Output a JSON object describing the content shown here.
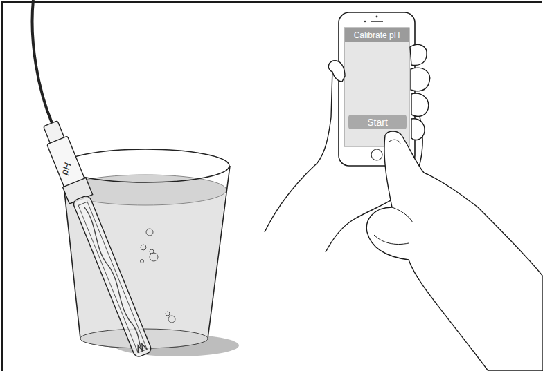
{
  "diagram": {
    "nodes": [
      {
        "text": [
          "Calibrate pH"
        ]
      },
      {
        "text": [
          "Start"
        ]
      }
    ],
    "labels": [
      "pH"
    ]
  }
}
